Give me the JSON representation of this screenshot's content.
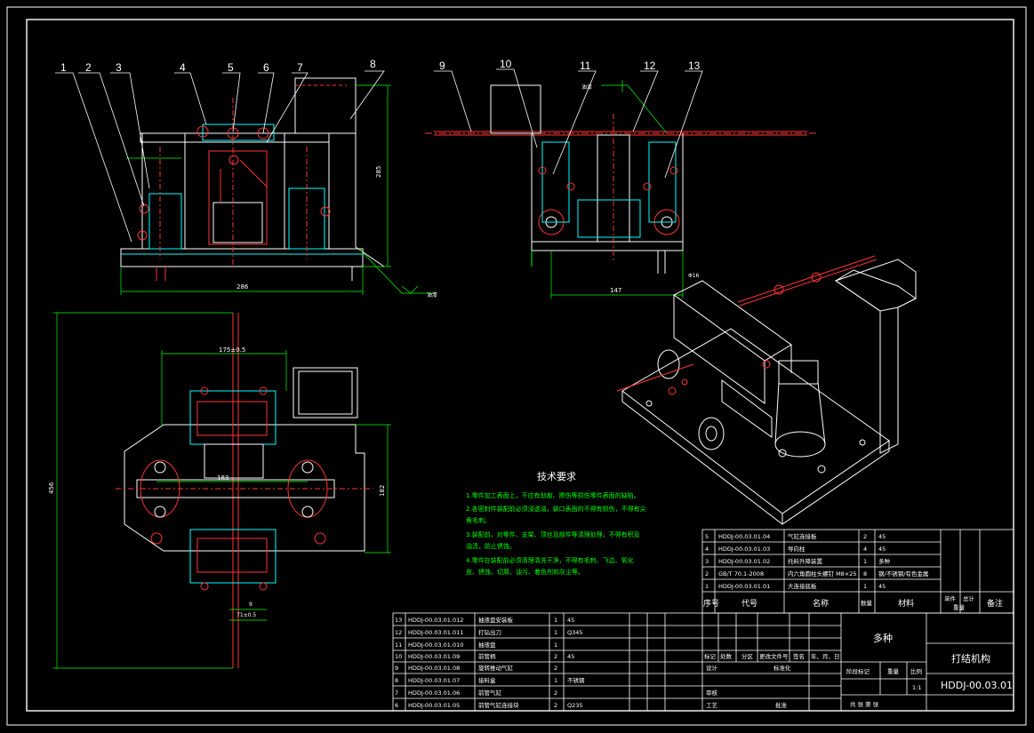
{
  "callouts": [
    {
      "n": "1"
    },
    {
      "n": "2"
    },
    {
      "n": "3"
    },
    {
      "n": "4"
    },
    {
      "n": "5"
    },
    {
      "n": "6"
    },
    {
      "n": "7"
    },
    {
      "n": "8"
    },
    {
      "n": "9"
    },
    {
      "n": "10"
    },
    {
      "n": "11"
    },
    {
      "n": "12"
    },
    {
      "n": "13"
    }
  ],
  "dims": {
    "front_width": "286",
    "front_height": "285",
    "side_width": "147",
    "side_small": "Φ16",
    "top_height": "456",
    "top_right": "182",
    "top_width": "175±0.5",
    "top_inner": "183",
    "top_small": "71±0.5",
    "top_lower": "9"
  },
  "tech": {
    "title": "技术要求",
    "lines": [
      "1.零件加工表面上，不应有划痕、擦伤等损伤零件表面的缺陷。",
      "2.各密封件装配前必须浸透油，装口表面的不得有损伤，不得有尖",
      "  角毛刺。",
      "3.装配前，对零件、支架、顶丝及部件等清理处理，不得有积及",
      "  油渍，防止锈蚀。",
      "4.零件在装配前必须清理清洗干净，不得有毛刺、飞边、氧化",
      "  皮、锈蚀、切屑、油污、着色剂和灰尘等。"
    ]
  },
  "bom_upper": [
    {
      "no": "5",
      "code": "HDDJ-00.03.01.04",
      "name": "气缸连接板",
      "qty": "2",
      "mat": "45"
    },
    {
      "no": "4",
      "code": "HDDJ-00.03.01.03",
      "name": "导向柱",
      "qty": "4",
      "mat": "45"
    },
    {
      "no": "3",
      "code": "HDDJ-00.03.01.02",
      "name": "托料升降装置",
      "qty": "1",
      "mat": "多种"
    },
    {
      "no": "2",
      "code": "GB/T 70.1-2008",
      "name": "内六角圆柱头螺钉 M8×25",
      "qty": "8",
      "mat": "钢/不锈钢/有色金属"
    },
    {
      "no": "1",
      "code": "HDDJ-00.03.01.01",
      "name": "大连接底板",
      "qty": "1",
      "mat": "45"
    }
  ],
  "bom_header": {
    "no": "序号",
    "code": "代号",
    "name": "名称",
    "qty": "数量",
    "mat": "材料",
    "unit": "单件",
    "total": "总计",
    "weight": "重量",
    "note": "备注"
  },
  "bom_lower": [
    {
      "no": "13",
      "code": "HDDJ-00.03.01.012",
      "name": "抽液盘安装板",
      "qty": "1",
      "mat": "45"
    },
    {
      "no": "12",
      "code": "HDDJ-00.03.01.011",
      "name": "打钻出刀",
      "qty": "1",
      "mat": "Q345"
    },
    {
      "no": "11",
      "code": "HDDJ-00.03.01.010",
      "name": "抽液盘",
      "qty": "1",
      "mat": ""
    },
    {
      "no": "10",
      "code": "HDDJ-00.03.01.09",
      "name": "前管柄",
      "qty": "2",
      "mat": "45"
    },
    {
      "no": "9",
      "code": "HDDJ-00.03.01.08",
      "name": "旋转推动气缸",
      "qty": "2",
      "mat": ""
    },
    {
      "no": "8",
      "code": "HDDJ-00.03.01.07",
      "name": "接料盒",
      "qty": "1",
      "mat": "不锈钢"
    },
    {
      "no": "7",
      "code": "HDDJ-00.03.01.06",
      "name": "前管气缸",
      "qty": "2",
      "mat": ""
    },
    {
      "no": "6",
      "code": "HDDJ-00.03.01.05",
      "name": "前管气缸连接块",
      "qty": "2",
      "mat": "Q235"
    }
  ],
  "title_block": {
    "material": "多种",
    "drawing_name": "打结机构",
    "drawing_no": "HDDJ-00.03.01",
    "scale": "1:1",
    "labels": {
      "mark": "标记",
      "count": "处数",
      "zone": "分区",
      "doc": "更改文件号",
      "sign": "签名",
      "date": "年、月、日",
      "design": "设计",
      "standard": "标准化",
      "review": "审核",
      "process": "工艺",
      "approve": "批准",
      "stage": "阶段标记",
      "weight": "重量",
      "ratio": "比例",
      "sheets": "共  张  第  张"
    }
  },
  "annotation": {
    "surface": "油漆"
  }
}
